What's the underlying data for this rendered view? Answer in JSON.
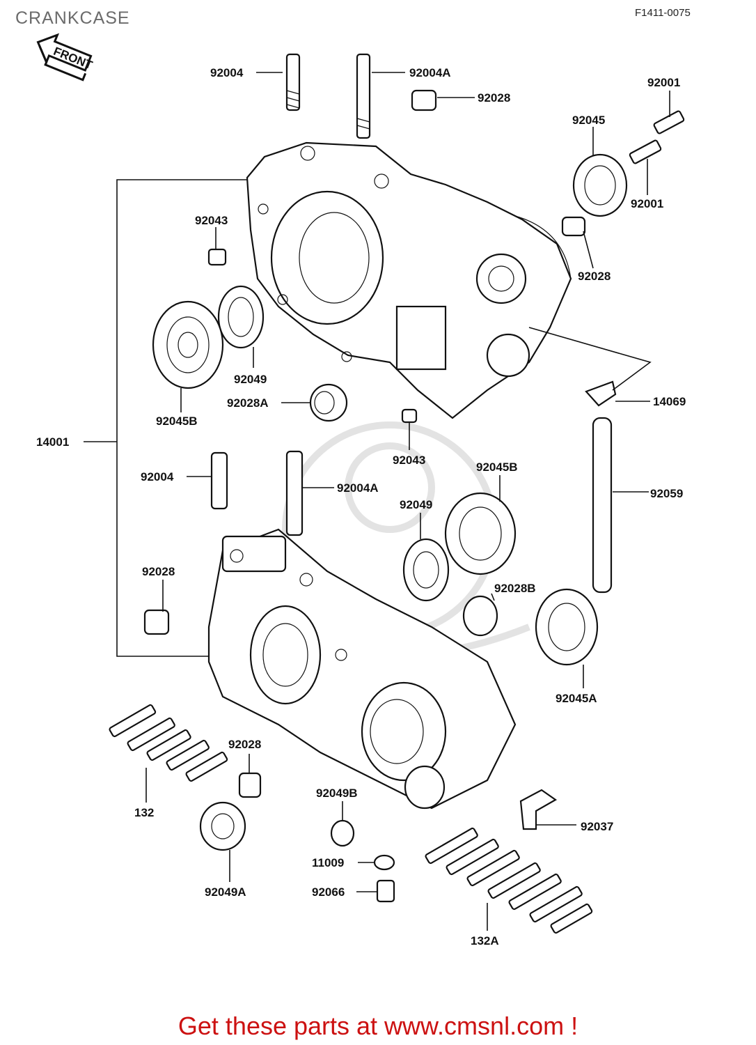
{
  "page": {
    "title": "CRANKCASE",
    "ref_code": "F1411-0075",
    "front_arrow_label": "FRONT",
    "footer_banner": "Get these parts at www.cmsnl.com !"
  },
  "callouts": {
    "p92004_top": "92004",
    "p92004A_top": "92004A",
    "p92028_top": "92028",
    "p92001_a": "92001",
    "p92045": "92045",
    "p92001_b": "92001",
    "p92043_top": "92043",
    "p92028_right": "92028",
    "p92049_top": "92049",
    "p92045B_left": "92045B",
    "p92028A": "92028A",
    "p14069": "14069",
    "p14001": "14001",
    "p92043_mid": "92043",
    "p92004_low": "92004",
    "p92004A_low": "92004A",
    "p92045B_right": "92045B",
    "p92049_mid": "92049",
    "p92059": "92059",
    "p92028_left": "92028",
    "p92028B": "92028B",
    "p92045A": "92045A",
    "p92028_low": "92028",
    "p132": "132",
    "p92049B": "92049B",
    "p92037": "92037",
    "p11009": "11009",
    "p92049A": "92049A",
    "p92066": "92066",
    "p132A": "132A"
  },
  "colors": {
    "banner": "#cc1111",
    "title": "#6b6b6b",
    "linework": "#111111",
    "watermark": "#e3e3e3"
  }
}
